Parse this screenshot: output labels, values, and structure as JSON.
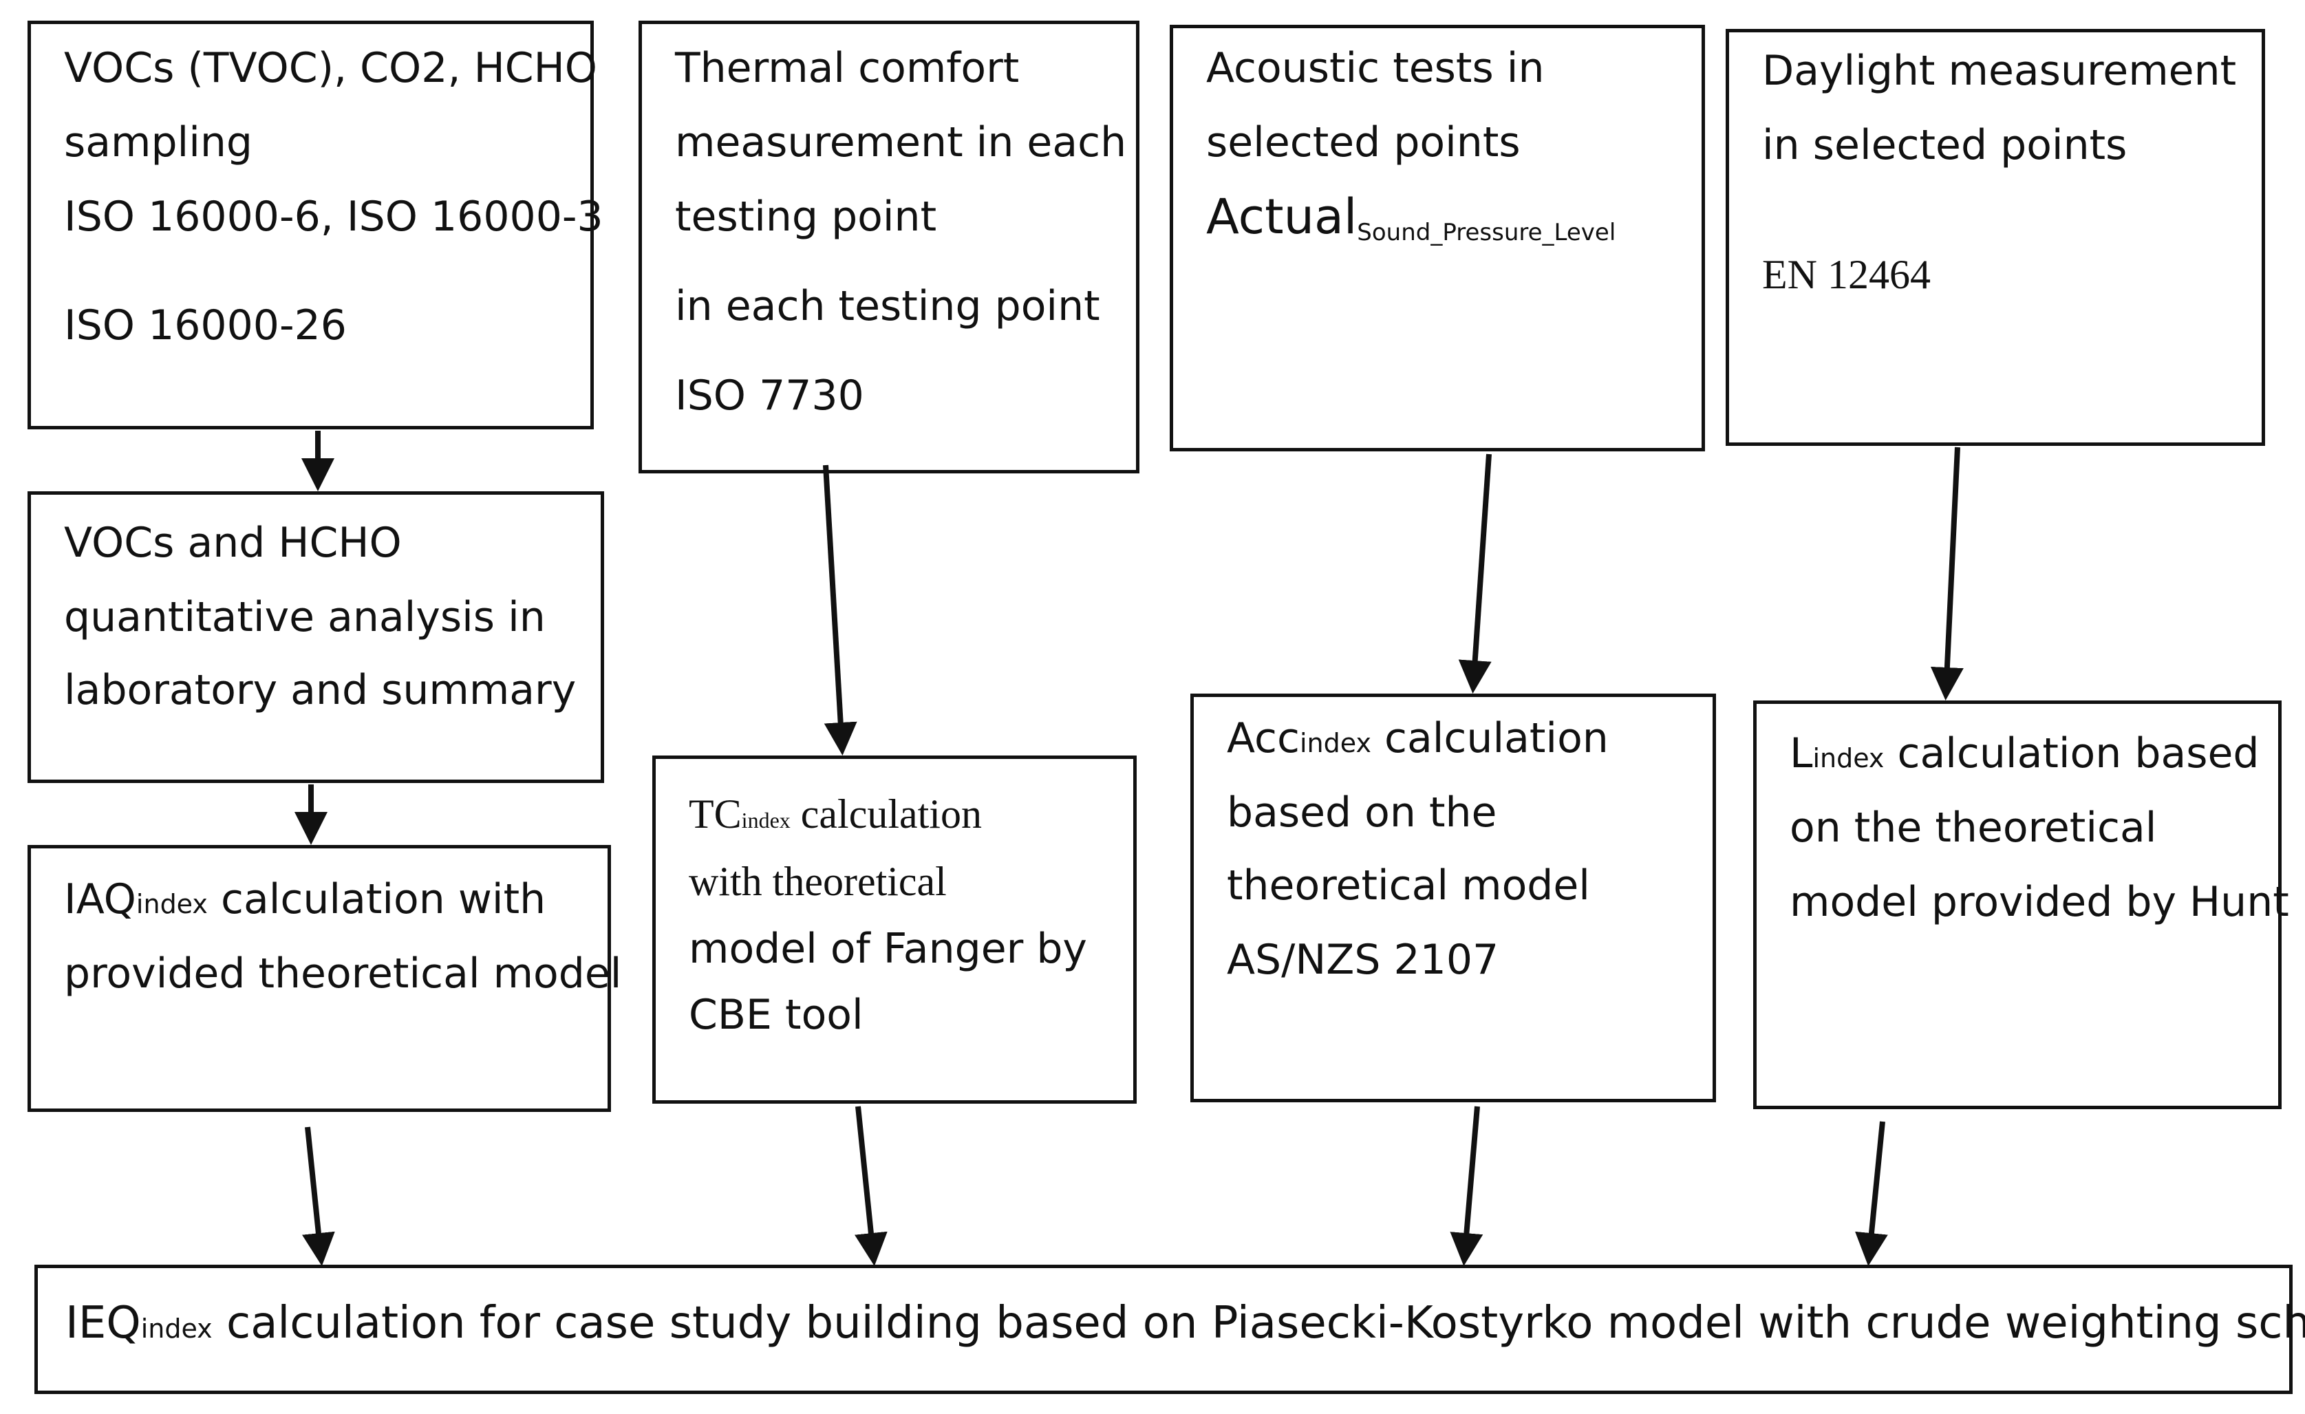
{
  "boxes": {
    "vocs_sampling": {
      "line1": "VOCs (TVOC), CO2, HCHO",
      "line2": "sampling",
      "line3": "ISO 16000-6, ISO 16000-3",
      "line4": "ISO 16000-26"
    },
    "vocs_analysis": {
      "line1": "VOCs and HCHO",
      "line2": "quantitative analysis in",
      "line3": "laboratory and summary"
    },
    "iaq_calc": {
      "main": "IAQ",
      "sub": "index",
      "line1_rest": " calculation with",
      "line2": "provided theoretical model"
    },
    "thermal_measurement": {
      "line1": "Thermal comfort",
      "line2": "measurement in each",
      "line3": "testing point",
      "line4": "in each testing point",
      "line5": "ISO 7730"
    },
    "tc_calc": {
      "main": "TC",
      "sub": "index",
      "line1_rest": " calculation",
      "line2": "with theoretical",
      "line3": "model of Fanger by",
      "line4": "CBE tool"
    },
    "acoustic_tests": {
      "line1": "Acoustic tests in",
      "line2": "selected points",
      "main": "Actual",
      "sub": "Sound_Pressure_Level"
    },
    "acc_calc": {
      "main": "Acc",
      "sub": "index",
      "line1_rest": " calculation",
      "line2": "based on the",
      "line3": "theoretical model",
      "line4": "AS/NZS 2107"
    },
    "daylight_measurement": {
      "line1": "Daylight measurement",
      "line2": "in selected points",
      "line3": "EN 12464"
    },
    "l_calc": {
      "main": "L",
      "sub": "index",
      "line1_rest": " calculation based",
      "line2": "on the theoretical",
      "line3": "model provided by Hunt"
    },
    "ieq_calc": {
      "main": "IEQ",
      "sub": "index",
      "rest": " calculation for case study building based on Piasecki-Kostyrko model with crude weighting scheme"
    }
  }
}
